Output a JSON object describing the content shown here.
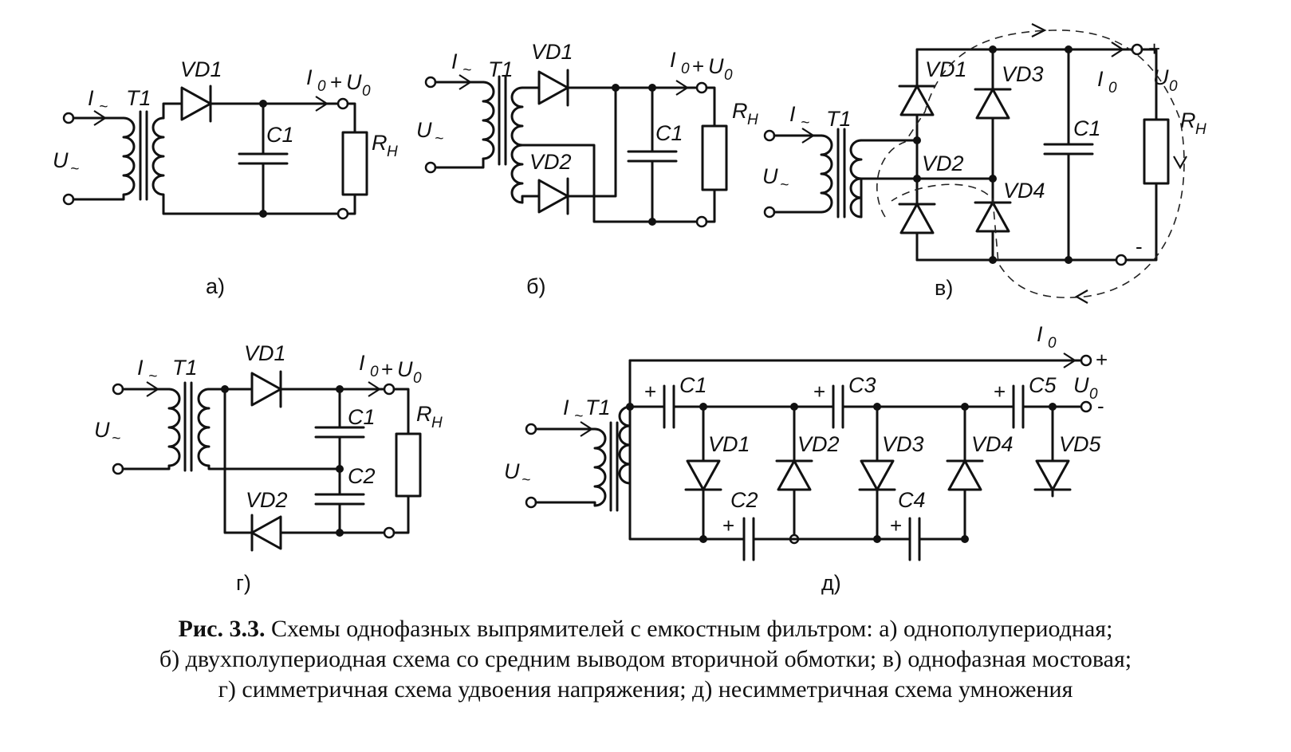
{
  "labels": {
    "i_tilde": "I",
    "tilde_sub": "~",
    "u_tilde": "U",
    "t1": "T1",
    "vd1": "VD1",
    "vd2": "VD2",
    "vd3": "VD3",
    "vd4": "VD4",
    "vd5": "VD5",
    "c1": "C1",
    "c2": "C2",
    "c3": "C3",
    "c4": "C4",
    "c5": "C5",
    "i0": "I",
    "u0": "U",
    "zero_sub": "0",
    "rh": "R",
    "h_sub": "H",
    "plus": "+",
    "minus": "-"
  },
  "panels": {
    "a": "а)",
    "b": "б)",
    "v": "в)",
    "g": "г)",
    "d": "д)"
  },
  "caption": {
    "title": "Рис. 3.3.",
    "line1": " Схемы однофазных выпрямителей с емкостным фильтром: а) однополупериодная;",
    "line2": "б) двухполупериодная схема со средним выводом вторичной обмотки; в) однофазная мостовая;",
    "line3": "г) симметричная схема удвоения напряжения; д) несимметричная схема умножения"
  }
}
